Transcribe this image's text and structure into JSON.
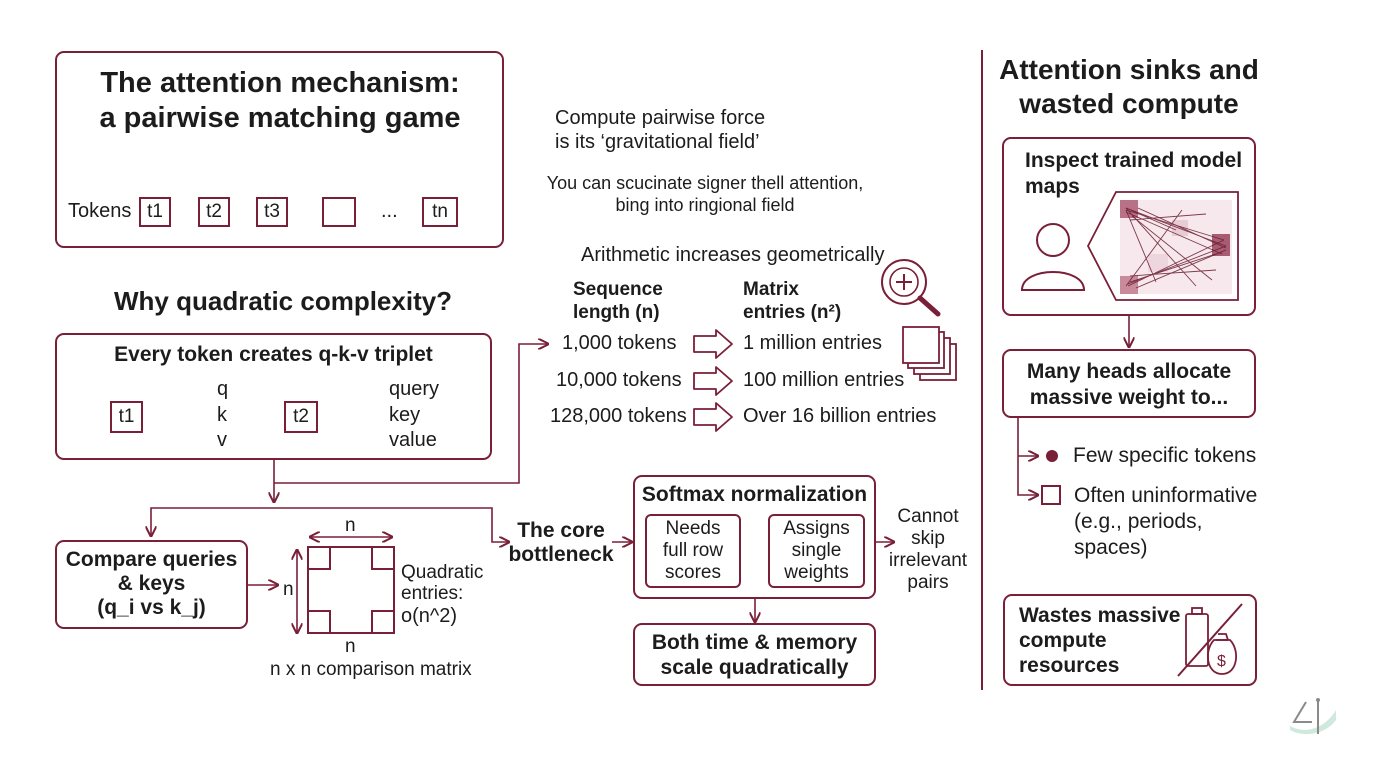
{
  "attention": {
    "title": "The attention mechanism:\na pairwise matching game",
    "tokens_label": "Tokens",
    "tokens": [
      "t1",
      "t2",
      "t3",
      "",
      "...",
      "tn"
    ]
  },
  "quadratic": {
    "title": "Why quadratic complexity?",
    "triplet_title": "Every token creates q-k-v triplet",
    "t1": "t1",
    "t2": "t2",
    "qkv": [
      "q",
      "k",
      "v"
    ],
    "qkv_words": [
      "query",
      "key",
      "value"
    ],
    "compare": "Compare queries\n& keys\n(q_i vs k_j)",
    "matrix_n_top": "n",
    "matrix_n_left": "n",
    "matrix_n_bottom": "n",
    "matrix_caption": "n x n comparison matrix",
    "quadratic_entries": "Quadratic\nentries:",
    "quadratic_order": "o(n^2)"
  },
  "middle": {
    "force": "Compute pairwise force\nis its ‘gravitational field’",
    "scucinate": "You can scucinate signer thell attention,\nbing into ringional field",
    "arith": "Arithmetic increases geometrically",
    "seq_header": "Sequence\nlength (n)",
    "matrix_header": "Matrix\nentries (n²)",
    "rows": [
      {
        "seq": "1,000 tokens",
        "entries": "1 million entries"
      },
      {
        "seq": "10,000 tokens",
        "entries": "100 million entries"
      },
      {
        "seq": "128,000 tokens",
        "entries": "Over 16 billion entries"
      }
    ],
    "core": "The core\nbottleneck",
    "softmax_title": "Softmax normalization",
    "needs": "Needs\nfull row\nscores",
    "assigns": "Assigns\nsingle\nweights",
    "cannot": "Cannot\nskip\nirrelevant\npairs",
    "both": "Both time & memory\nscale quadratically"
  },
  "sinks": {
    "title": "Attention sinks and\nwasted compute",
    "inspect": "Inspect trained model\nmaps",
    "many_heads": "Many heads allocate\nmassive weight to...",
    "few": "Few specific tokens",
    "often": "Often uninformative\n(e.g., periods,\nspaces)",
    "wastes": "Wastes massive\ncompute\nresources"
  },
  "colors": {
    "accent": "#7a1f38",
    "text": "#1c1c1c"
  },
  "icons": [
    "magnifier-plus-icon",
    "stacked-pages-icon",
    "person-icon",
    "no-battery-money-icon",
    "logo-icon"
  ]
}
